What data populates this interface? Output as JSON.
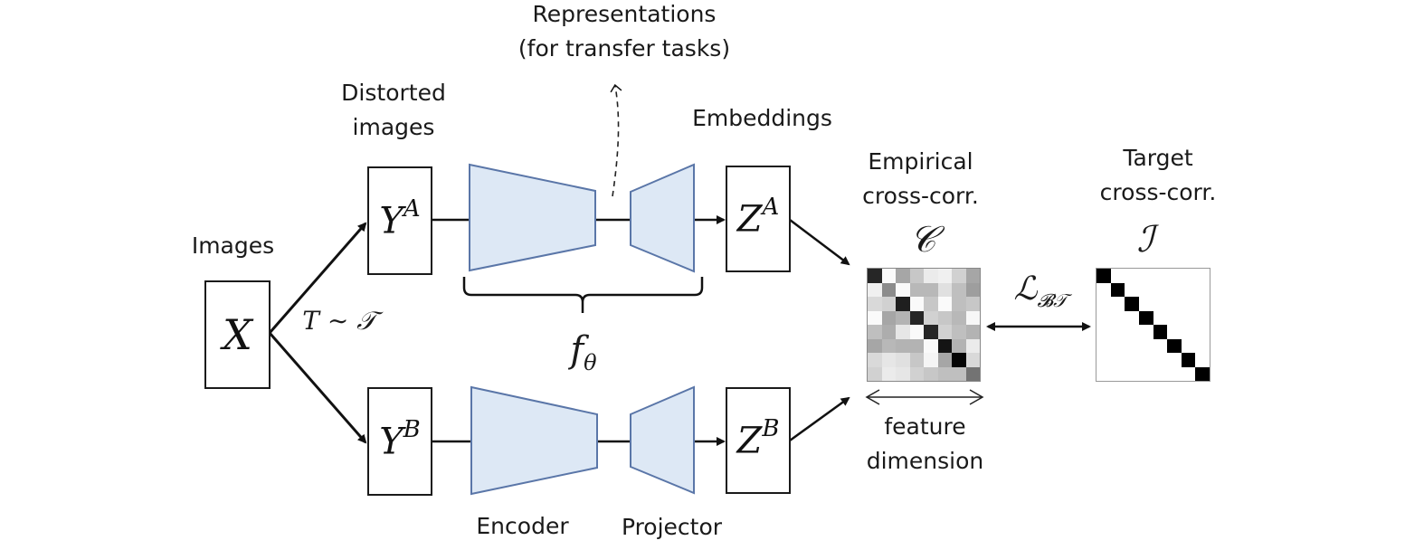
{
  "title": "Barlow Twins architecture",
  "labels": {
    "images": "Images",
    "distorted_line1": "Distorted",
    "distorted_line2": "images",
    "representations_line1": "Representations",
    "representations_line2": "(for transfer tasks)",
    "embeddings": "Embeddings",
    "empirical_line1": "Empirical",
    "empirical_line2": "cross-corr.",
    "target_line1": "Target",
    "target_line2": "cross-corr.",
    "feature_line1": "feature",
    "feature_line2": "dimension",
    "encoder": "Encoder",
    "projector": "Projector"
  },
  "math": {
    "x": "X",
    "transform": "T ∼ 𝒯",
    "y": "Y",
    "y_a_sup": "A",
    "y_b_sup": "B",
    "z": "Z",
    "z_a_sup": "A",
    "z_b_sup": "B",
    "f_theta": "f",
    "f_theta_sub": "θ",
    "c_symbol": "𝒞",
    "i_symbol": "ℐ",
    "loss": "ℒ",
    "loss_sub": "𝓑𝒯"
  },
  "colors": {
    "network_fill": "#dde8f5",
    "network_stroke": "#5a76a8",
    "line": "#111111"
  },
  "empirical_matrix": [
    [
      0.85,
      0.02,
      0.35,
      0.22,
      0.08,
      0.06,
      0.18,
      0.35
    ],
    [
      0.06,
      0.45,
      0.02,
      0.28,
      0.28,
      0.12,
      0.25,
      0.38
    ],
    [
      0.15,
      0.18,
      0.88,
      0.02,
      0.22,
      0.02,
      0.25,
      0.22
    ],
    [
      0.02,
      0.35,
      0.3,
      0.85,
      0.18,
      0.22,
      0.28,
      0.03
    ],
    [
      0.25,
      0.32,
      0.1,
      0.02,
      0.85,
      0.18,
      0.25,
      0.3
    ],
    [
      0.35,
      0.28,
      0.3,
      0.3,
      0.02,
      0.92,
      0.3,
      0.08
    ],
    [
      0.15,
      0.1,
      0.12,
      0.22,
      0.04,
      0.35,
      0.98,
      0.15
    ],
    [
      0.18,
      0.08,
      0.1,
      0.18,
      0.22,
      0.25,
      0.25,
      0.55
    ]
  ],
  "target_matrix_size": 8
}
